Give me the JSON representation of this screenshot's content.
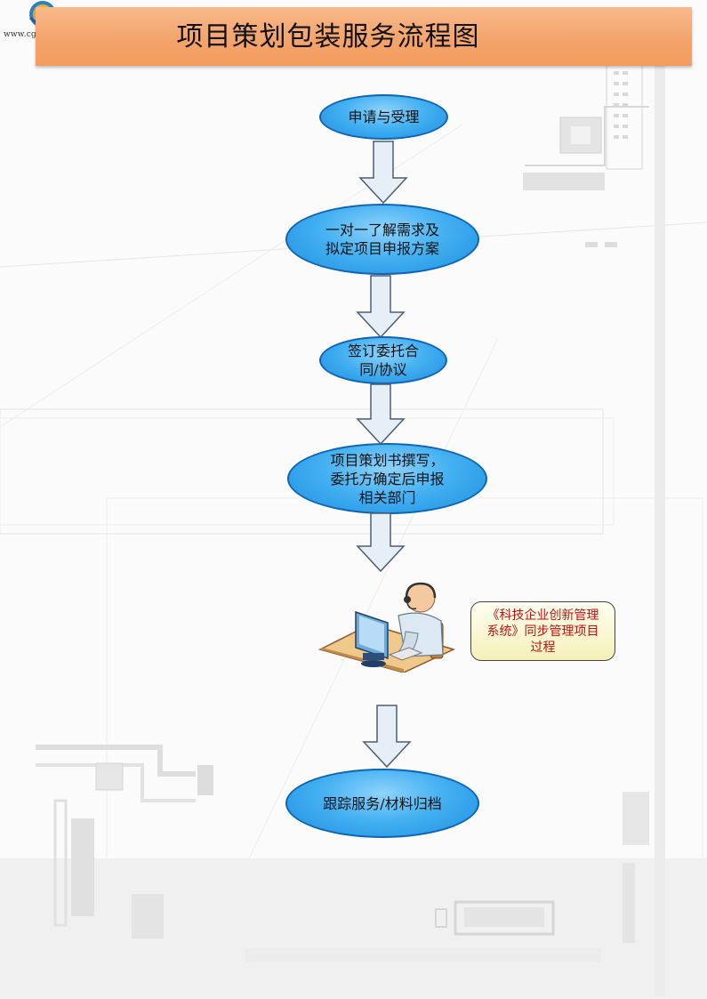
{
  "header": {
    "title": "项目策划包装服务流程图",
    "logo_url": "www.cgfm.com.cn"
  },
  "steps": [
    {
      "label": "申请与受理"
    },
    {
      "label": "一对一了解需求及\n拟定项目申报方案"
    },
    {
      "label": "签订委托合\n同/协议"
    },
    {
      "label": "项目策划书撰写，\n委托方确定后申报\n相关部门"
    },
    {
      "label": "跟踪服务/材料归档"
    }
  ],
  "illustration": {
    "icon": "person-at-computer-icon",
    "note": "《科技企业创新管理\n系统》同步管理项目\n过程"
  },
  "colors": {
    "title_bar": "#f4a46c",
    "step_fill": "#45b1f2",
    "step_border": "#0f64b4",
    "arrow_fill": "#e6eef8",
    "note_text": "#c01010",
    "note_fill": "#f5f0b8"
  }
}
